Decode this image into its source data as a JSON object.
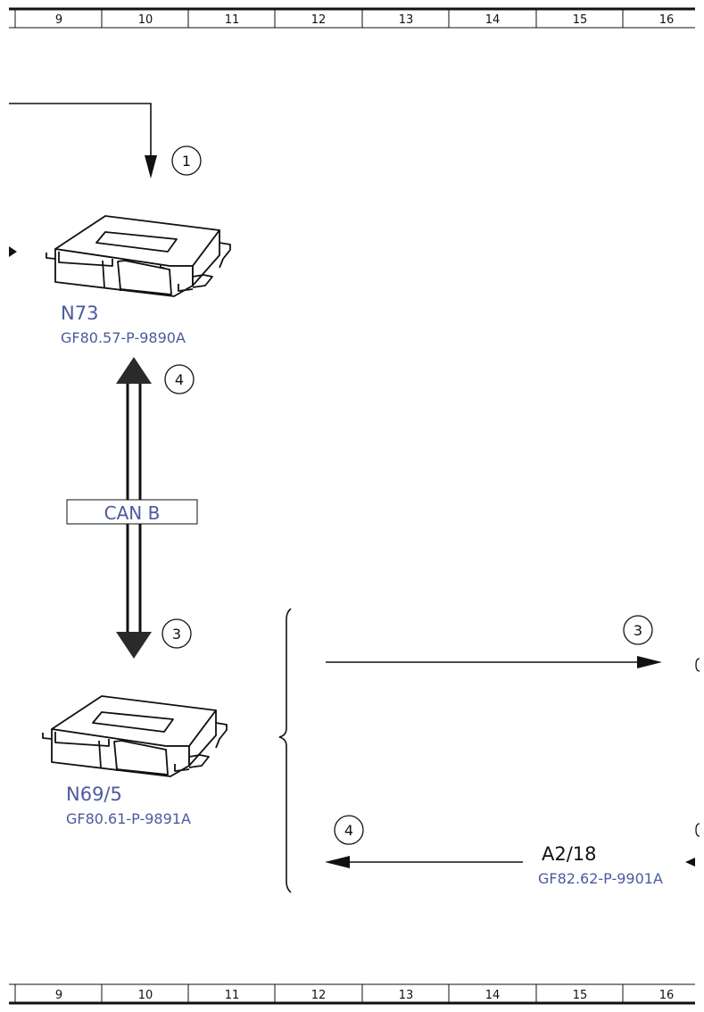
{
  "ruler": {
    "columns": [
      "9",
      "10",
      "11",
      "12",
      "13",
      "14",
      "15",
      "16"
    ]
  },
  "components": {
    "n73": {
      "code": "N73",
      "ref": "GF80.57-P-9890A"
    },
    "n69_5": {
      "code": "N69/5",
      "ref": "GF80.61-P-9891A"
    },
    "a2_18": {
      "code": "A2/18",
      "ref": "GF82.62-P-9901A"
    }
  },
  "bus": {
    "label": "CAN B"
  },
  "markers": {
    "m1": "1",
    "m4_top": "4",
    "m3_left": "3",
    "m3_right": "3",
    "m4_bottom": "4"
  },
  "colors": {
    "label_blue": "#4a5aa0",
    "line": "#111111"
  }
}
